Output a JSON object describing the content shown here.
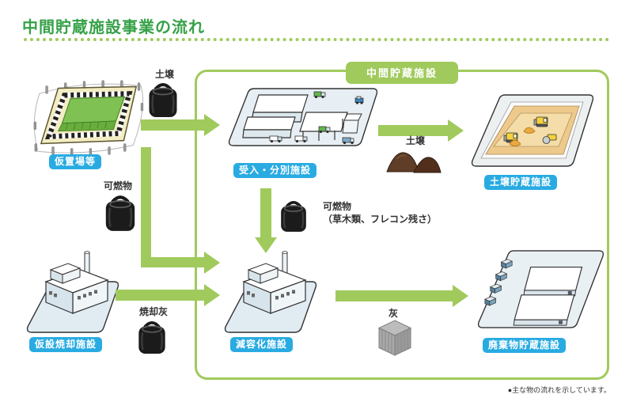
{
  "title": "中間貯蔵施設事業の流れ",
  "boundary_label": "中間貯蔵施設",
  "facilities": {
    "temporary_storage": "仮置場等",
    "receiving_separation": "受入・分別施設",
    "soil_storage": "土壌貯蔵施設",
    "temporary_incineration": "仮設焼却施設",
    "volume_reduction": "減容化施設",
    "waste_storage": "廃棄物貯蔵施設"
  },
  "materials": {
    "soil_to_receiving": "土壌",
    "soil_to_storage": "土壌",
    "combustibles": "可燃物",
    "combustibles_detail_title": "可燃物",
    "combustibles_detail_sub": "（草木類、フレコン残さ）",
    "incineration_ash": "焼却灰",
    "ash": "灰"
  },
  "footnote": "●主な物の流れを示しています。",
  "icons": {
    "container_bag": "flexible-container-bag-icon",
    "ash_box": "ash-container-icon",
    "soil_mounds": "soil-mounds-icon"
  },
  "colors": {
    "accent_green": "#a0ca5c",
    "title_green": "#35a148",
    "badge_blue": "#29abe2",
    "text_dark": "#333333"
  }
}
